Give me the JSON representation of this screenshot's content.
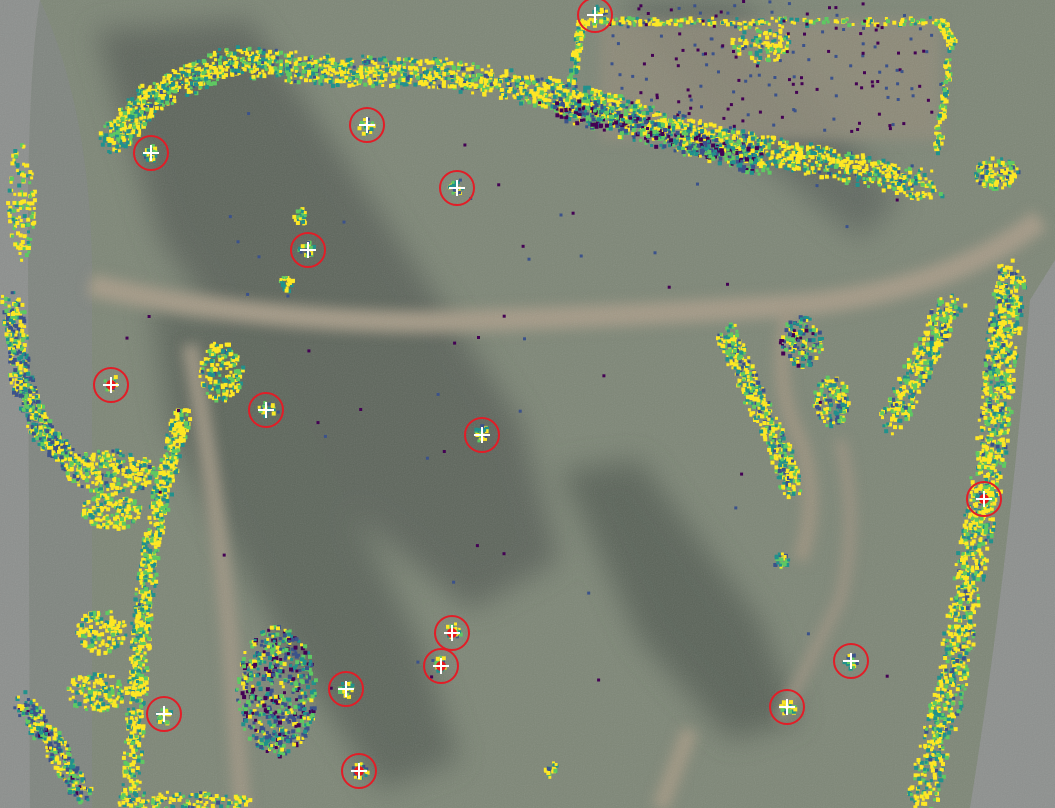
{
  "scene": {
    "description_colors": {
      "grass": "#7d8676",
      "path": "#a59b86",
      "shadow": "#525a52",
      "road": "#8b8e8c",
      "marker_ring": "#e21d27",
      "marker_cross": "#ffffff",
      "marker_core_hot": "#e8171b"
    },
    "palette": [
      "#440154",
      "#3b528b",
      "#21918c",
      "#5ec962",
      "#fde725"
    ],
    "markers": [
      {
        "kind": "cross",
        "hot": false
      },
      {
        "kind": "cross",
        "hot": false
      },
      {
        "kind": "cross",
        "hot": false
      },
      {
        "kind": "cross",
        "hot": false
      },
      {
        "kind": "cross",
        "hot": true
      },
      {
        "kind": "cross",
        "hot": false
      },
      {
        "kind": "cross",
        "hot": false
      },
      {
        "kind": "cross",
        "hot": true
      },
      {
        "kind": "cross",
        "hot": true
      },
      {
        "kind": "cross",
        "hot": false
      },
      {
        "kind": "cross",
        "hot": true
      },
      {
        "kind": "cross",
        "hot": false
      },
      {
        "kind": "cross",
        "hot": false
      },
      {
        "kind": "cross",
        "hot": true
      },
      {
        "kind": "cross",
        "hot": false
      },
      {
        "kind": "cross",
        "hot": false
      },
      {
        "kind": "cross",
        "hot": false
      }
    ]
  }
}
